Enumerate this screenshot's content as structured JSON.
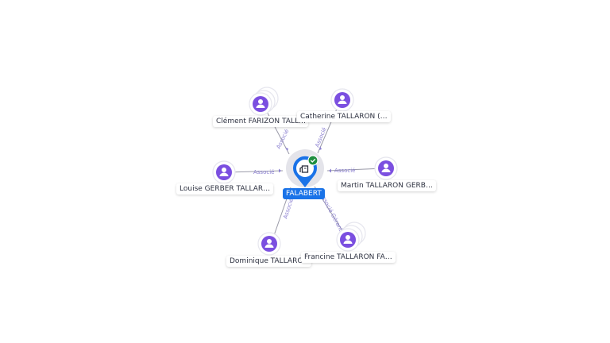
{
  "center": {
    "name": "FALABERT",
    "icon": "building-icon",
    "status_icon": "check-icon",
    "pin_color": "#1a73e8",
    "status_color": "#1e8e3e"
  },
  "person_color": "#7b4fe0",
  "edge_label_color": "#8a7fd0",
  "people": [
    {
      "name": "Clément FARIZON TALL…",
      "edge_label": "Associé",
      "icon": "person-icon"
    },
    {
      "name": "Catherine TALLARON (…",
      "edge_label": "Associé",
      "icon": "person-icon"
    },
    {
      "name": "Louise GERBER TALLAR…",
      "edge_label": "Associé",
      "icon": "person-icon"
    },
    {
      "name": "Martin TALLARON GERB…",
      "edge_label": "Associé",
      "icon": "person-icon"
    },
    {
      "name": "Dominique TALLARON",
      "edge_label": "Associé",
      "icon": "person-icon"
    },
    {
      "name": "Francine TALLARON FA…",
      "edge_label": "Associé Gérant",
      "icon": "person-icon"
    }
  ]
}
